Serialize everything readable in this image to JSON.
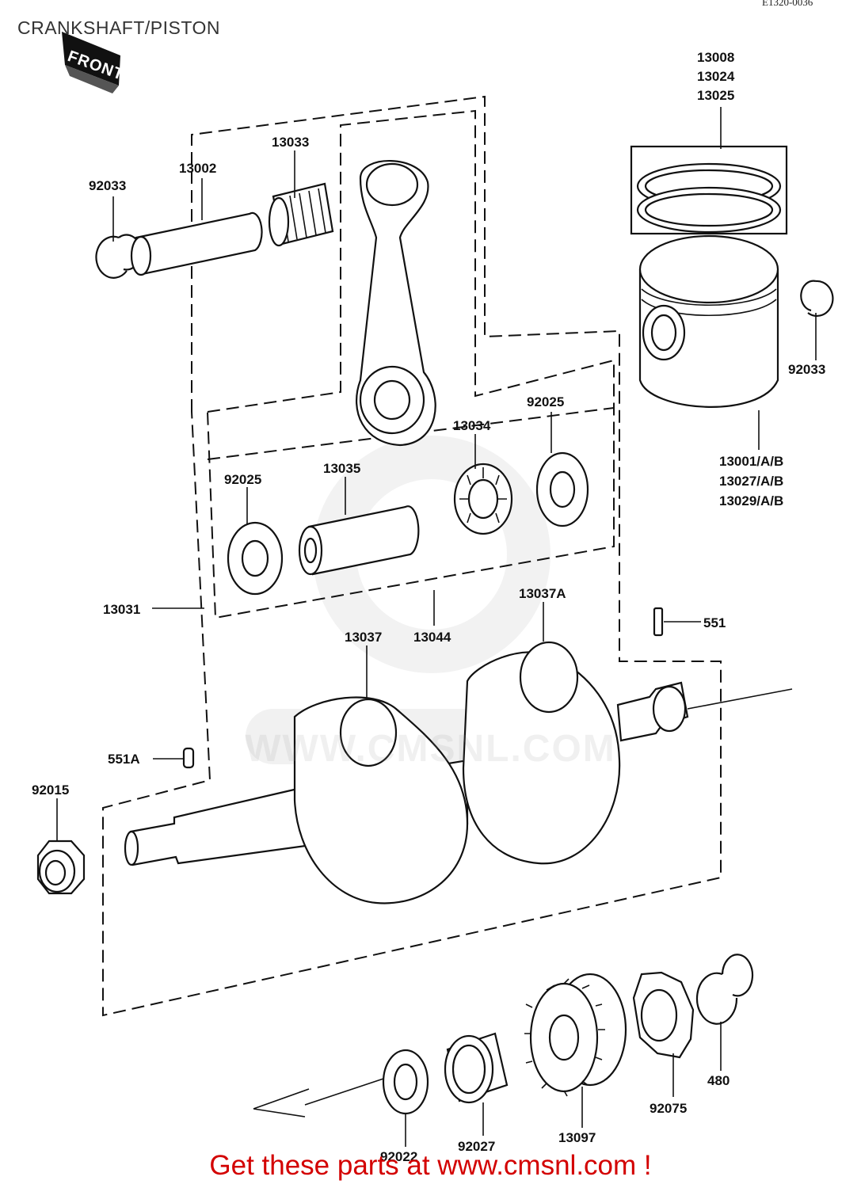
{
  "header": {
    "title": "CRANKSHAFT/PISTON",
    "diagram_code": "E1320-0036"
  },
  "front_marker": {
    "label": "FRONT",
    "icon": "front-arrow-icon"
  },
  "watermark": {
    "text": "WWW.CMSNL.COM",
    "icon": "cmsnl-logo-icon"
  },
  "part_labels": {
    "p92033_left": "92033",
    "p13002": "13002",
    "p13033": "13033",
    "p13008": "13008",
    "p13024": "13024",
    "p13025": "13025",
    "p92033_right": "92033",
    "p13001": "13001/A/B",
    "p13027": "13027/A/B",
    "p13029": "13029/A/B",
    "p13034": "13034",
    "p92025_right": "92025",
    "p92025_left": "92025",
    "p13035": "13035",
    "p13031": "13031",
    "p13044": "13044",
    "p13037": "13037",
    "p13037a": "13037A",
    "p551": "551",
    "p551a": "551A",
    "p92015": "92015",
    "p92022": "92022",
    "p92027": "92027",
    "p13097": "13097",
    "p92075": "92075",
    "p480": "480"
  },
  "footer": {
    "promo": "Get these parts at www.cmsnl.com !"
  }
}
